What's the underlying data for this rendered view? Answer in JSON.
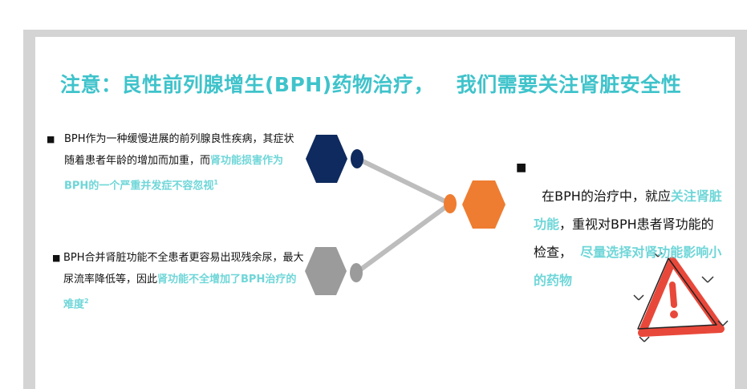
{
  "title": "注意：良性前列腺增生(BPH)药物治疗，   我们需要关注肾脏安全性",
  "points": [
    {
      "bullet": "■",
      "text": "BPH作为一种缓慢进展的前列腺良性疾病，其症状随着患者年龄的增加而加重，而",
      "highlight": "肾功能损害作为BPH的一个严重并发症不容忽视",
      "sup": "1"
    },
    {
      "bullet": "■",
      "text": "BPH合并肾脏功能不全患者更容易出现残余尿，最大尿流率降低等，因此",
      "highlight": "肾功能不全增加了BPH治疗的难度",
      "sup": "2"
    }
  ],
  "conclusion": {
    "bullet": "■",
    "t1": "在BPH的治疗中，就应",
    "h1": "关注肾脏功能",
    "t2": "，重视对BPH患者肾功能的检查，  ",
    "h2": "尽量选择对肾功能影响小的药物"
  },
  "colors": {
    "accent": "#3fc3cb",
    "highlight": "#6fd6d8",
    "navy": "#0e2a5e",
    "orange": "#ee7d31",
    "gray": "#9b9b9b",
    "warning": "#e8483a"
  }
}
